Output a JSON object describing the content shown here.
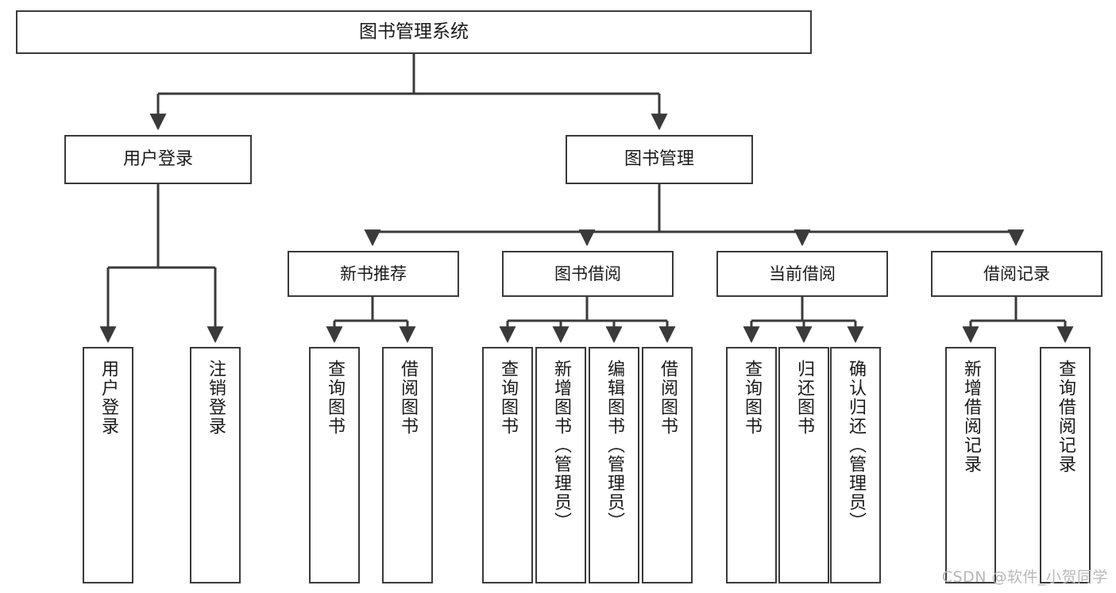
{
  "diagram": {
    "title": "图书管理系统",
    "watermark": "CSDN @软件_小贺同学",
    "line_color": "#3a3a3a",
    "text_color": "#1a1a1a",
    "background": "#ffffff",
    "watermark_color": "#b8b8b8"
  },
  "nodes": {
    "root": {
      "label": "图书管理系统"
    },
    "tier2": [
      {
        "label": "用户登录"
      },
      {
        "label": "图书管理"
      }
    ],
    "tier3": [
      {
        "label": "新书推荐"
      },
      {
        "label": "图书借阅"
      },
      {
        "label": "当前借阅"
      },
      {
        "label": "借阅记录"
      }
    ],
    "leaves": {
      "user_login": [
        {
          "label": "用户登录"
        },
        {
          "label": "注销登录"
        }
      ],
      "new_book": [
        {
          "label": "查询图书"
        },
        {
          "label": "借阅图书"
        }
      ],
      "book_borrow": [
        {
          "label": "查询图书"
        },
        {
          "label": "新增图书（管理员）"
        },
        {
          "label": "编辑图书（管理员）"
        },
        {
          "label": "借阅图书"
        }
      ],
      "current_borrow": [
        {
          "label": "查询图书"
        },
        {
          "label": "归还图书"
        },
        {
          "label": "确认归还（管理员）"
        }
      ],
      "borrow_record": [
        {
          "label": "新增借阅记录"
        },
        {
          "label": "查询借阅记录"
        }
      ]
    }
  }
}
